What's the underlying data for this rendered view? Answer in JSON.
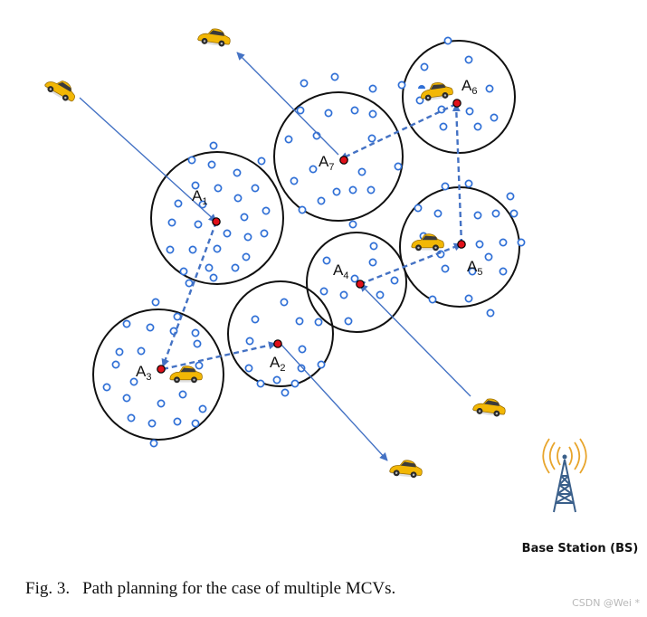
{
  "figure": {
    "colors": {
      "trajectory": "#4472c4",
      "sensor": "#2f6fd6",
      "anchor": "#e0101a",
      "car_body": "#f2b705",
      "tower": "#3a5f8a",
      "signal": "#e8a52c"
    },
    "icons": [
      "car-icon",
      "sensor-node-icon",
      "anchor-point-icon",
      "base-station-icon"
    ],
    "areas": [
      {
        "main": "A",
        "sub": "1"
      },
      {
        "main": "A",
        "sub": "2"
      },
      {
        "main": "A",
        "sub": "3"
      },
      {
        "main": "A",
        "sub": "4"
      },
      {
        "main": "A",
        "sub": "5"
      },
      {
        "main": "A",
        "sub": "6"
      },
      {
        "main": "A",
        "sub": "7"
      }
    ],
    "base_station_label": "Base Station (BS)"
  },
  "caption": {
    "number": "Fig. 3.",
    "text": "Path planning for the case of multiple MCVs."
  },
  "watermark": "CSDN @Wei *"
}
